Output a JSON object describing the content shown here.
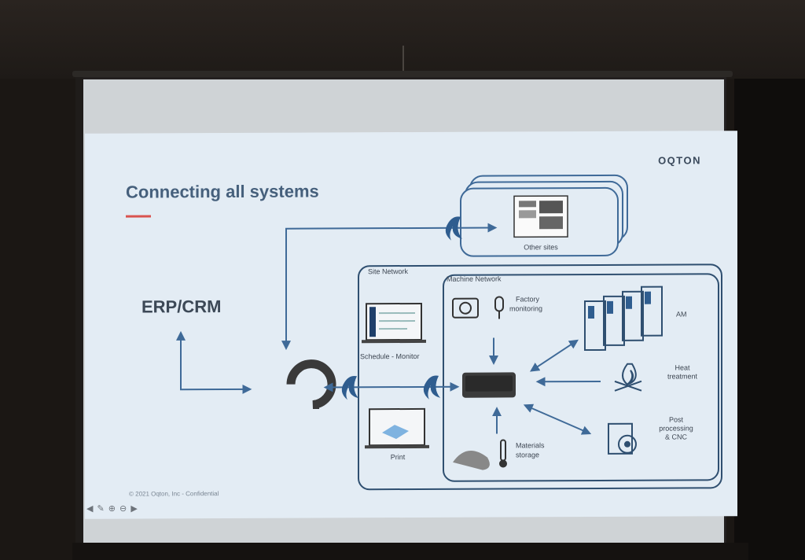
{
  "slide": {
    "brand": "OQTON",
    "title": "Connecting all systems",
    "erp_label": "ERP/CRM",
    "footer": "© 2021 Oqton, Inc - Confidential"
  },
  "diagram": {
    "other_sites": "Other sites",
    "site_network": "Site Network",
    "machine_network": "Machine Network",
    "factory_monitoring_1": "Factory",
    "factory_monitoring_2": "monitoring",
    "schedule_monitor": "Schedule - Monitor",
    "print": "Print",
    "am": "AM",
    "heat_treatment_1": "Heat",
    "heat_treatment_2": "treatment",
    "post_processing_1": "Post",
    "post_processing_2": "processing",
    "post_processing_3": "& CNC",
    "materials_storage_1": "Materials",
    "materials_storage_2": "storage"
  },
  "toolbar": {
    "icons": [
      "arrow-left-icon",
      "pen-icon",
      "zoom-icon",
      "menu-icon",
      "arrow-right-icon"
    ],
    "glyphs": "◀ ✎ ⊕ ⊖ ▶"
  },
  "colors": {
    "slide_bg": "#e3ecf4",
    "network_line": "#2f4f70",
    "arrow": "#3f6a98",
    "title": "#46607c",
    "accent": "#d9534f",
    "firewall": "#2f5d8f"
  }
}
